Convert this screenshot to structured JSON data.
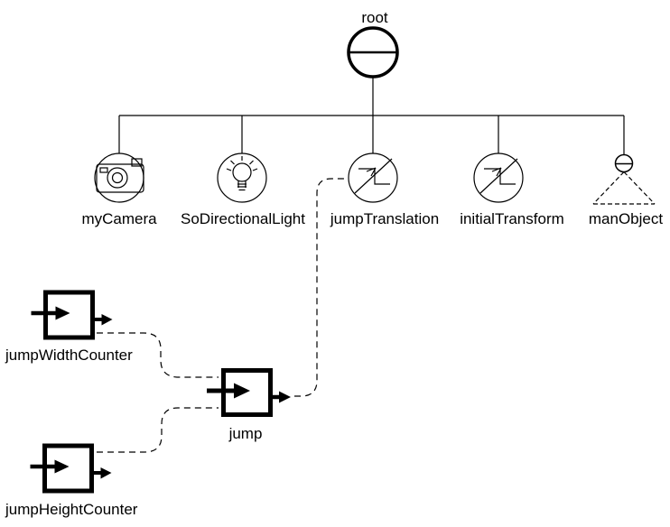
{
  "diagram": {
    "kind": "scene-graph",
    "root": {
      "label": "root",
      "icon": "group-node-icon"
    },
    "children": [
      {
        "label": "myCamera",
        "icon": "camera-icon"
      },
      {
        "label": "SoDirectionalLight",
        "icon": "light-bulb-icon"
      },
      {
        "label": "jumpTranslation",
        "icon": "transform-icon"
      },
      {
        "label": "initialTransform",
        "icon": "transform-icon"
      },
      {
        "label": "manObject",
        "icon": "group-node-with-subgraph-icon"
      }
    ],
    "engines": [
      {
        "label": "jumpWidthCounter",
        "icon": "engine-box-icon"
      },
      {
        "label": "jump",
        "icon": "engine-box-icon"
      },
      {
        "label": "jumpHeightCounter",
        "icon": "engine-box-icon"
      }
    ],
    "connections": [
      {
        "from": "jumpWidthCounter",
        "to": "jump",
        "style": "dashed"
      },
      {
        "from": "jumpHeightCounter",
        "to": "jump",
        "style": "dashed"
      },
      {
        "from": "jump",
        "to": "jumpTranslation",
        "style": "dashed"
      }
    ],
    "colors": {
      "stroke": "#000000",
      "background": "#ffffff"
    }
  }
}
